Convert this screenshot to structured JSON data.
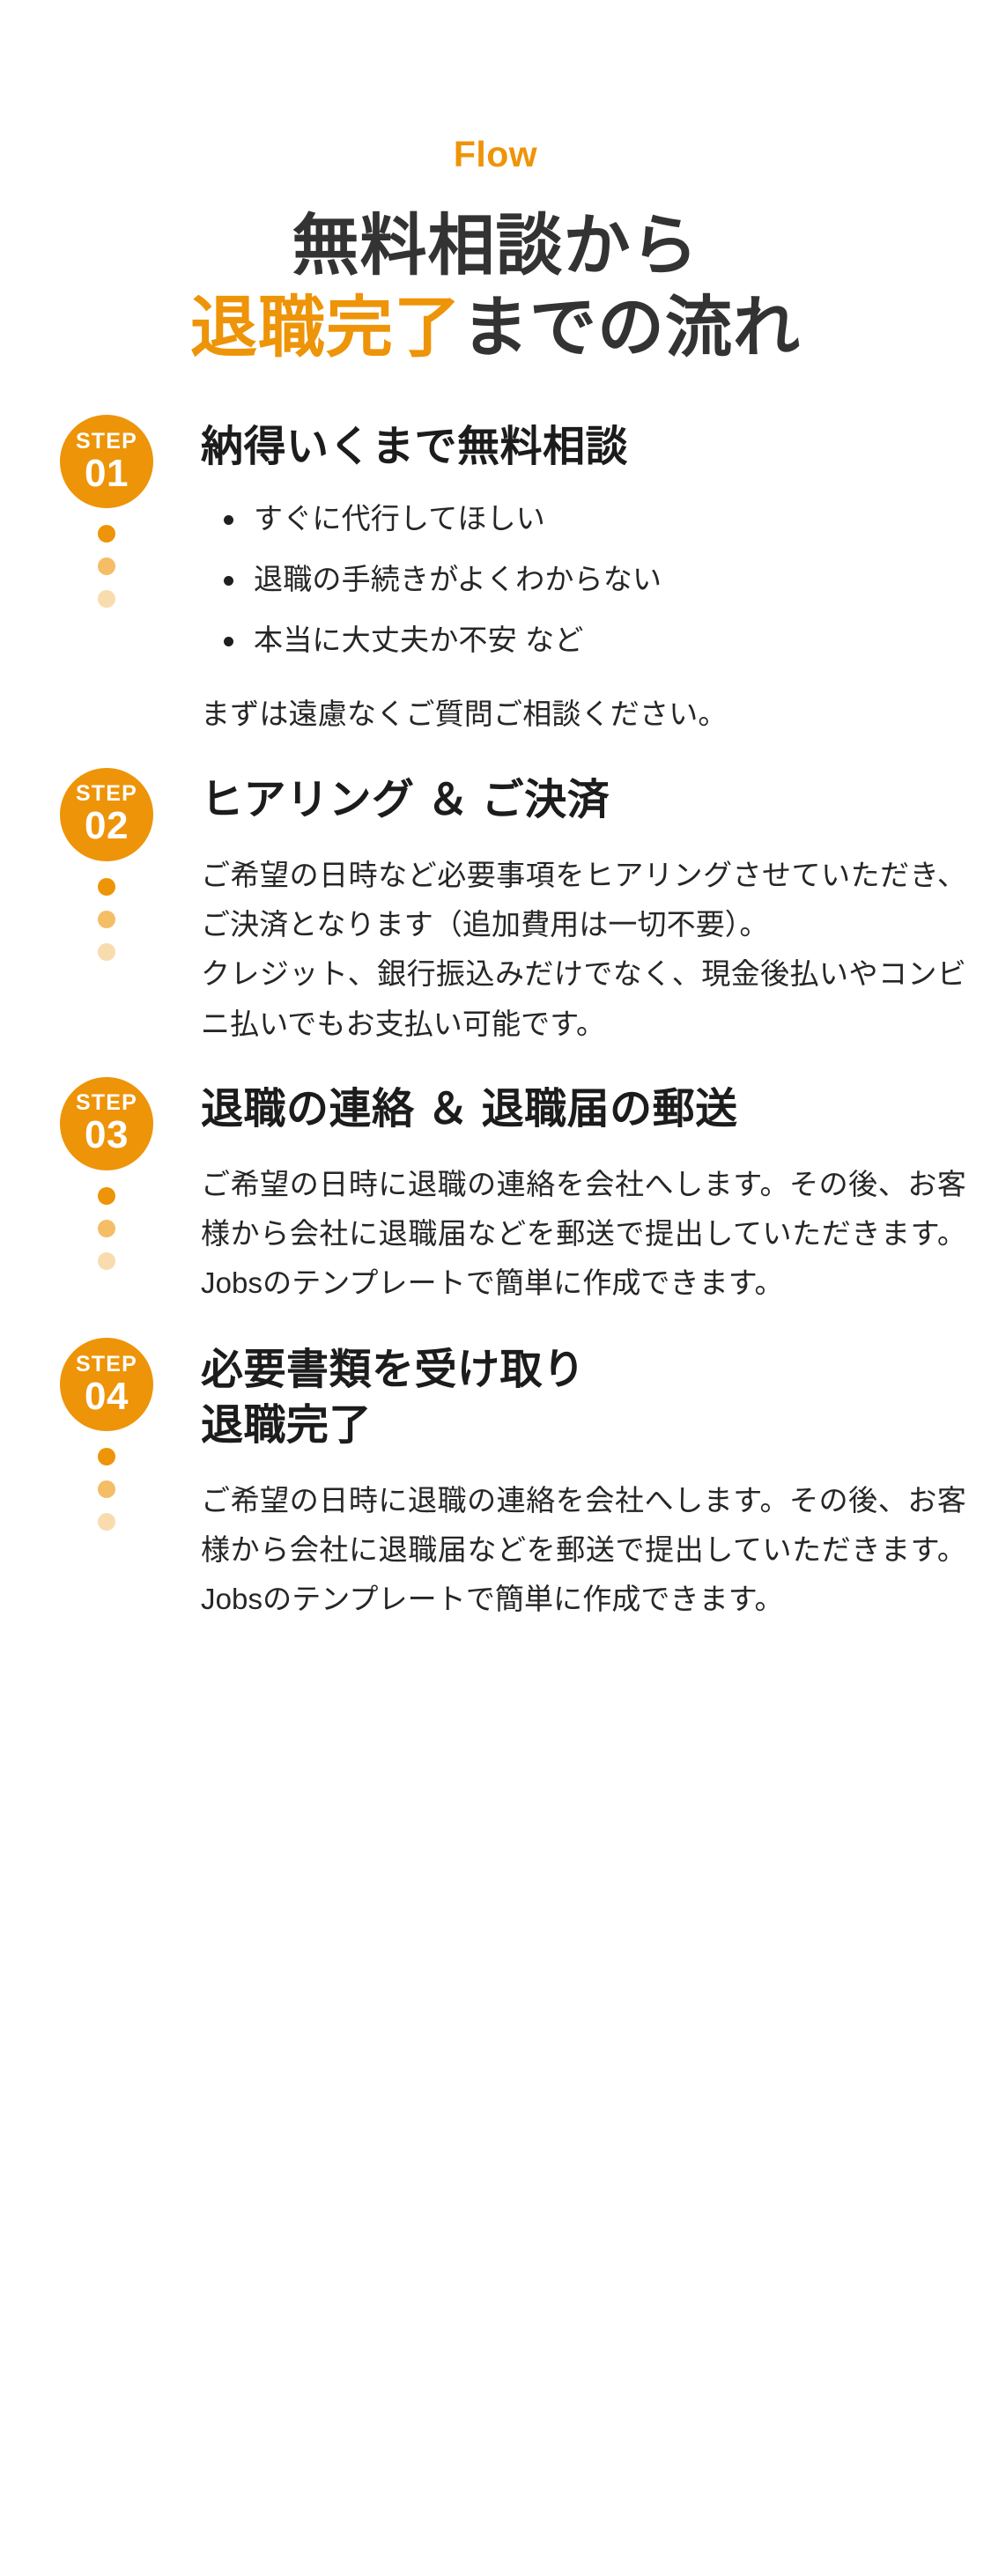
{
  "header": {
    "eyebrow": "Flow",
    "headline_line1": "無料相談から",
    "headline_line2_orange": "退職完了",
    "headline_line2_rest": "までの流れ"
  },
  "colors": {
    "accent": "#EE9408",
    "text_dark": "#262626",
    "title_dark": "#1c1c1c",
    "background": "#ffffff"
  },
  "steps": [
    {
      "badge_word": "STEP",
      "badge_number": "01",
      "title_line1": "納得いくまで無料相談",
      "bullets": [
        "すぐに代行してほしい",
        "退職の手続きがよくわからない",
        "本当に大丈夫か不安 など"
      ],
      "note": "まずは遠慮なくご質問ご相談ください。"
    },
    {
      "badge_word": "STEP",
      "badge_number": "02",
      "title_line1": "ヒアリング ＆ ご決済",
      "paragraph1": "ご希望の日時など必要事項をヒアリングさせていただき、ご決済となります（追加費用は一切不要）。",
      "paragraph2": "クレジット、銀行振込みだけでなく、現金後払いやコンビニ払いでもお支払い可能です。"
    },
    {
      "badge_word": "STEP",
      "badge_number": "03",
      "title_line1": "退職の連絡 ＆ 退職届の郵送",
      "paragraph1": "ご希望の日時に退職の連絡を会社へします。その後、お客様から会社に退職届などを郵送で提出していただきます。Jobsのテンプレートで簡単に作成できます。"
    },
    {
      "badge_word": "STEP",
      "badge_number": "04",
      "title_line1": "必要書類を受け取り",
      "title_line2": "退職完了",
      "paragraph1": "ご希望の日時に退職の連絡を会社へします。その後、お客様から会社に退職届などを郵送で提出していただきます。Jobsのテンプレートで簡単に作成できます。"
    }
  ]
}
